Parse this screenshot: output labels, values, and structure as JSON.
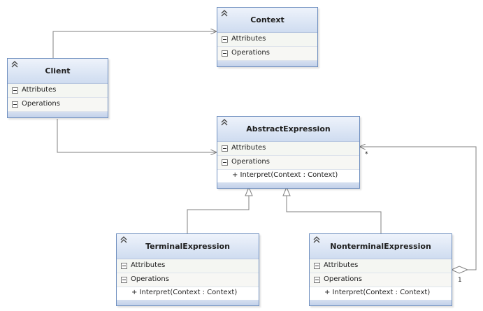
{
  "classes": {
    "context": {
      "name": "Context",
      "attributes_label": "Attributes",
      "operations_label": "Operations"
    },
    "client": {
      "name": "Client",
      "attributes_label": "Attributes",
      "operations_label": "Operations"
    },
    "abstract_expression": {
      "name": "AbstractExpression",
      "attributes_label": "Attributes",
      "operations_label": "Operations",
      "operations": [
        "+ Interpret(Context : Context)"
      ]
    },
    "terminal_expression": {
      "name": "TerminalExpression",
      "attributes_label": "Attributes",
      "operations_label": "Operations",
      "operations": [
        "+ Interpret(Context : Context)"
      ]
    },
    "nonterminal_expression": {
      "name": "NonterminalExpression",
      "attributes_label": "Attributes",
      "operations_label": "Operations",
      "operations": [
        "+ Interpret(Context : Context)"
      ]
    }
  },
  "relationships": {
    "aggregation_target_multiplicity": "*",
    "aggregation_source_multiplicity": "1"
  },
  "colors": {
    "border": "#6f8fbf",
    "header_top": "#eef3fb",
    "header_bottom": "#cfdcf0",
    "connector": "#808080"
  }
}
